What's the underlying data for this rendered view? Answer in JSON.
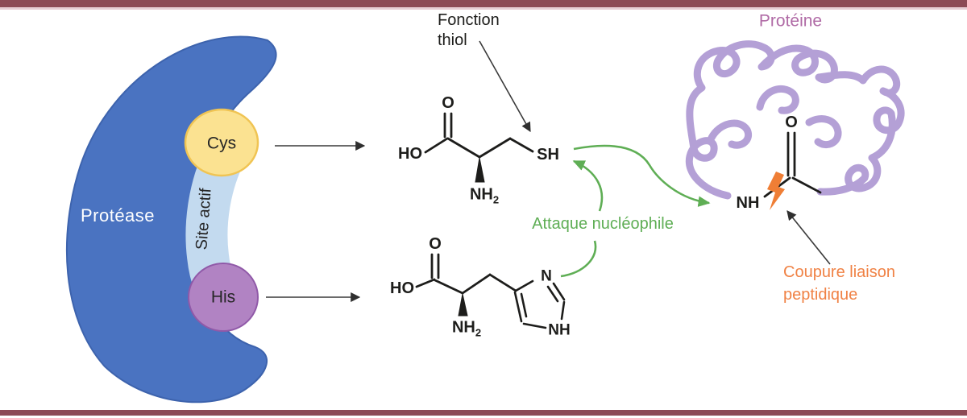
{
  "figure": {
    "type": "protease-mechanism-diagram",
    "frame_color": "#8d4a56"
  },
  "protease": {
    "label": "Protéase",
    "site_label": "Site actif",
    "cys_label": "Cys",
    "his_label": "His"
  },
  "thiol_annotation": {
    "line1": "Fonction",
    "line2": "thiol"
  },
  "cysteine": {
    "ho": "HO",
    "o": "O",
    "sh": "SH",
    "amine": "NH",
    "amine_sub": "2"
  },
  "histidine": {
    "ho": "HO",
    "o": "O",
    "amine": "NH",
    "amine_sub": "2",
    "ring_n": "N",
    "ring_nh": "NH"
  },
  "attack": {
    "label": "Attaque nucléophile"
  },
  "protein": {
    "label": "Protéine",
    "peptide_o": "O",
    "peptide_nh": "NH"
  },
  "cleavage": {
    "line1": "Coupure liaison",
    "line2": "peptidique"
  },
  "colors": {
    "frame": "#8d4a56",
    "frame_accent": "#e7cdd4",
    "protease_body": "#4a73c1",
    "protease_outline": "#3d63ad",
    "site_band": "#c3daef",
    "cys_fill": "#fbe291",
    "cys_stroke": "#f0c453",
    "his_fill": "#b183c3",
    "his_stroke": "#9059a8",
    "protein_coil": "#b4a0d6",
    "protein_label": "#b06ba6",
    "green": "#5fae55",
    "orange_text": "#f08245",
    "bolt": "#ef7e35",
    "bond": "#1d1d1b",
    "thin_arrow": "#3a3a3a"
  }
}
